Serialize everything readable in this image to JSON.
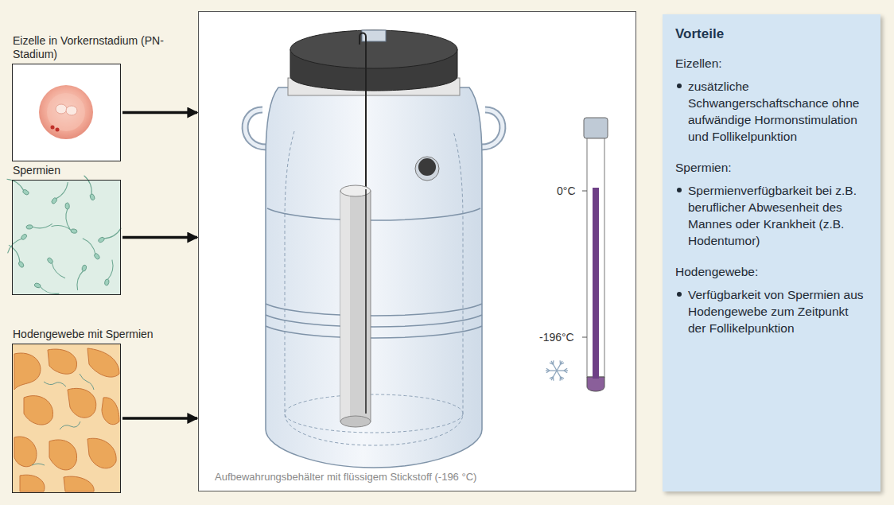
{
  "diagram": {
    "nodes": [
      {
        "text": [
          "Eizelle in Vorkernstadium (PN-Stadium)"
        ]
      },
      {
        "text": [
          "Spermien"
        ]
      },
      {
        "text": [
          "Hodengewebe mit Spermien"
        ]
      },
      {
        "text": [
          "Aufbewahrungsbehälter mit flüssigem Stickstoff (-196 °C)"
        ]
      },
      {
        "text": [
          "Vorteile",
          "Eizellen:",
          "zusätzliche Schwangerschaftschance ohne aufwändige Hormonstimulation und Follikelpunktion",
          "Spermien:",
          "Spermienverfügbarkeit bei z.B. beruflicher Abwesenheit des Mannes oder Krankheit (z.B. Hodentumor)",
          "Hodengewebe:",
          "Verfügbarkeit von Spermien aus Hodengewebe zum Zeitpunkt der Follikelpunktion"
        ]
      }
    ],
    "edges": [
      {
        "from": 0,
        "to": 3,
        "arrow": "to"
      },
      {
        "from": 1,
        "to": 3,
        "arrow": "to"
      },
      {
        "from": 2,
        "to": 3,
        "arrow": "to"
      }
    ],
    "labels": [
      "0°C",
      "-196°C"
    ]
  }
}
